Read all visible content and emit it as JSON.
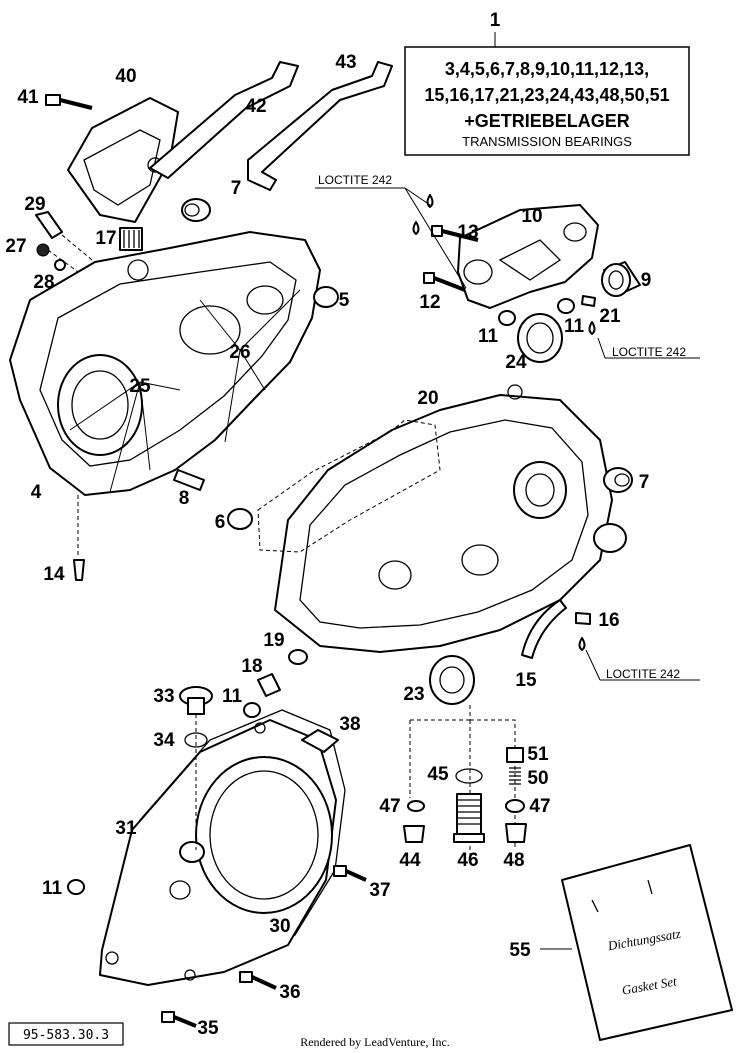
{
  "kit_box": {
    "callout": "1",
    "line1": "3,4,5,6,7,8,9,10,11,12,13,",
    "line2": "15,16,17,21,23,24,43,48,50,51",
    "line3": "+GETRIEBELAGER",
    "line4": "TRANSMISSION BEARINGS"
  },
  "notes": {
    "loctite_top": "LOCTITE 242",
    "loctite_right": "LOCTITE 242",
    "loctite_bottom": "LOCTITE 242"
  },
  "gasket_bag": {
    "callout": "55",
    "text_de": "Dichtungssatz",
    "text_en": "Gasket Set"
  },
  "reference": "95-583.30.3",
  "credit": "Rendered by LeadVenture, Inc.",
  "callouts": {
    "c4": "4",
    "c5": "5",
    "c6": "6",
    "c7a": "7",
    "c7b": "7",
    "c8": "8",
    "c9": "9",
    "c10": "10",
    "c11a": "11",
    "c11b": "11",
    "c11c": "11",
    "c11d": "11",
    "c12": "12",
    "c13": "13",
    "c14": "14",
    "c15": "15",
    "c16": "16",
    "c17": "17",
    "c18": "18",
    "c19": "19",
    "c20": "20",
    "c21": "21",
    "c23": "23",
    "c24": "24",
    "c25": "25",
    "c26": "26",
    "c27": "27",
    "c28": "28",
    "c29": "29",
    "c30": "30",
    "c31": "31",
    "c33": "33",
    "c34": "34",
    "c35": "35",
    "c36": "36",
    "c37": "37",
    "c38": "38",
    "c40": "40",
    "c41": "41",
    "c42": "42",
    "c43": "43",
    "c44": "44",
    "c45": "45",
    "c46": "46",
    "c47a": "47",
    "c47b": "47",
    "c48": "48",
    "c50": "50",
    "c51": "51"
  }
}
